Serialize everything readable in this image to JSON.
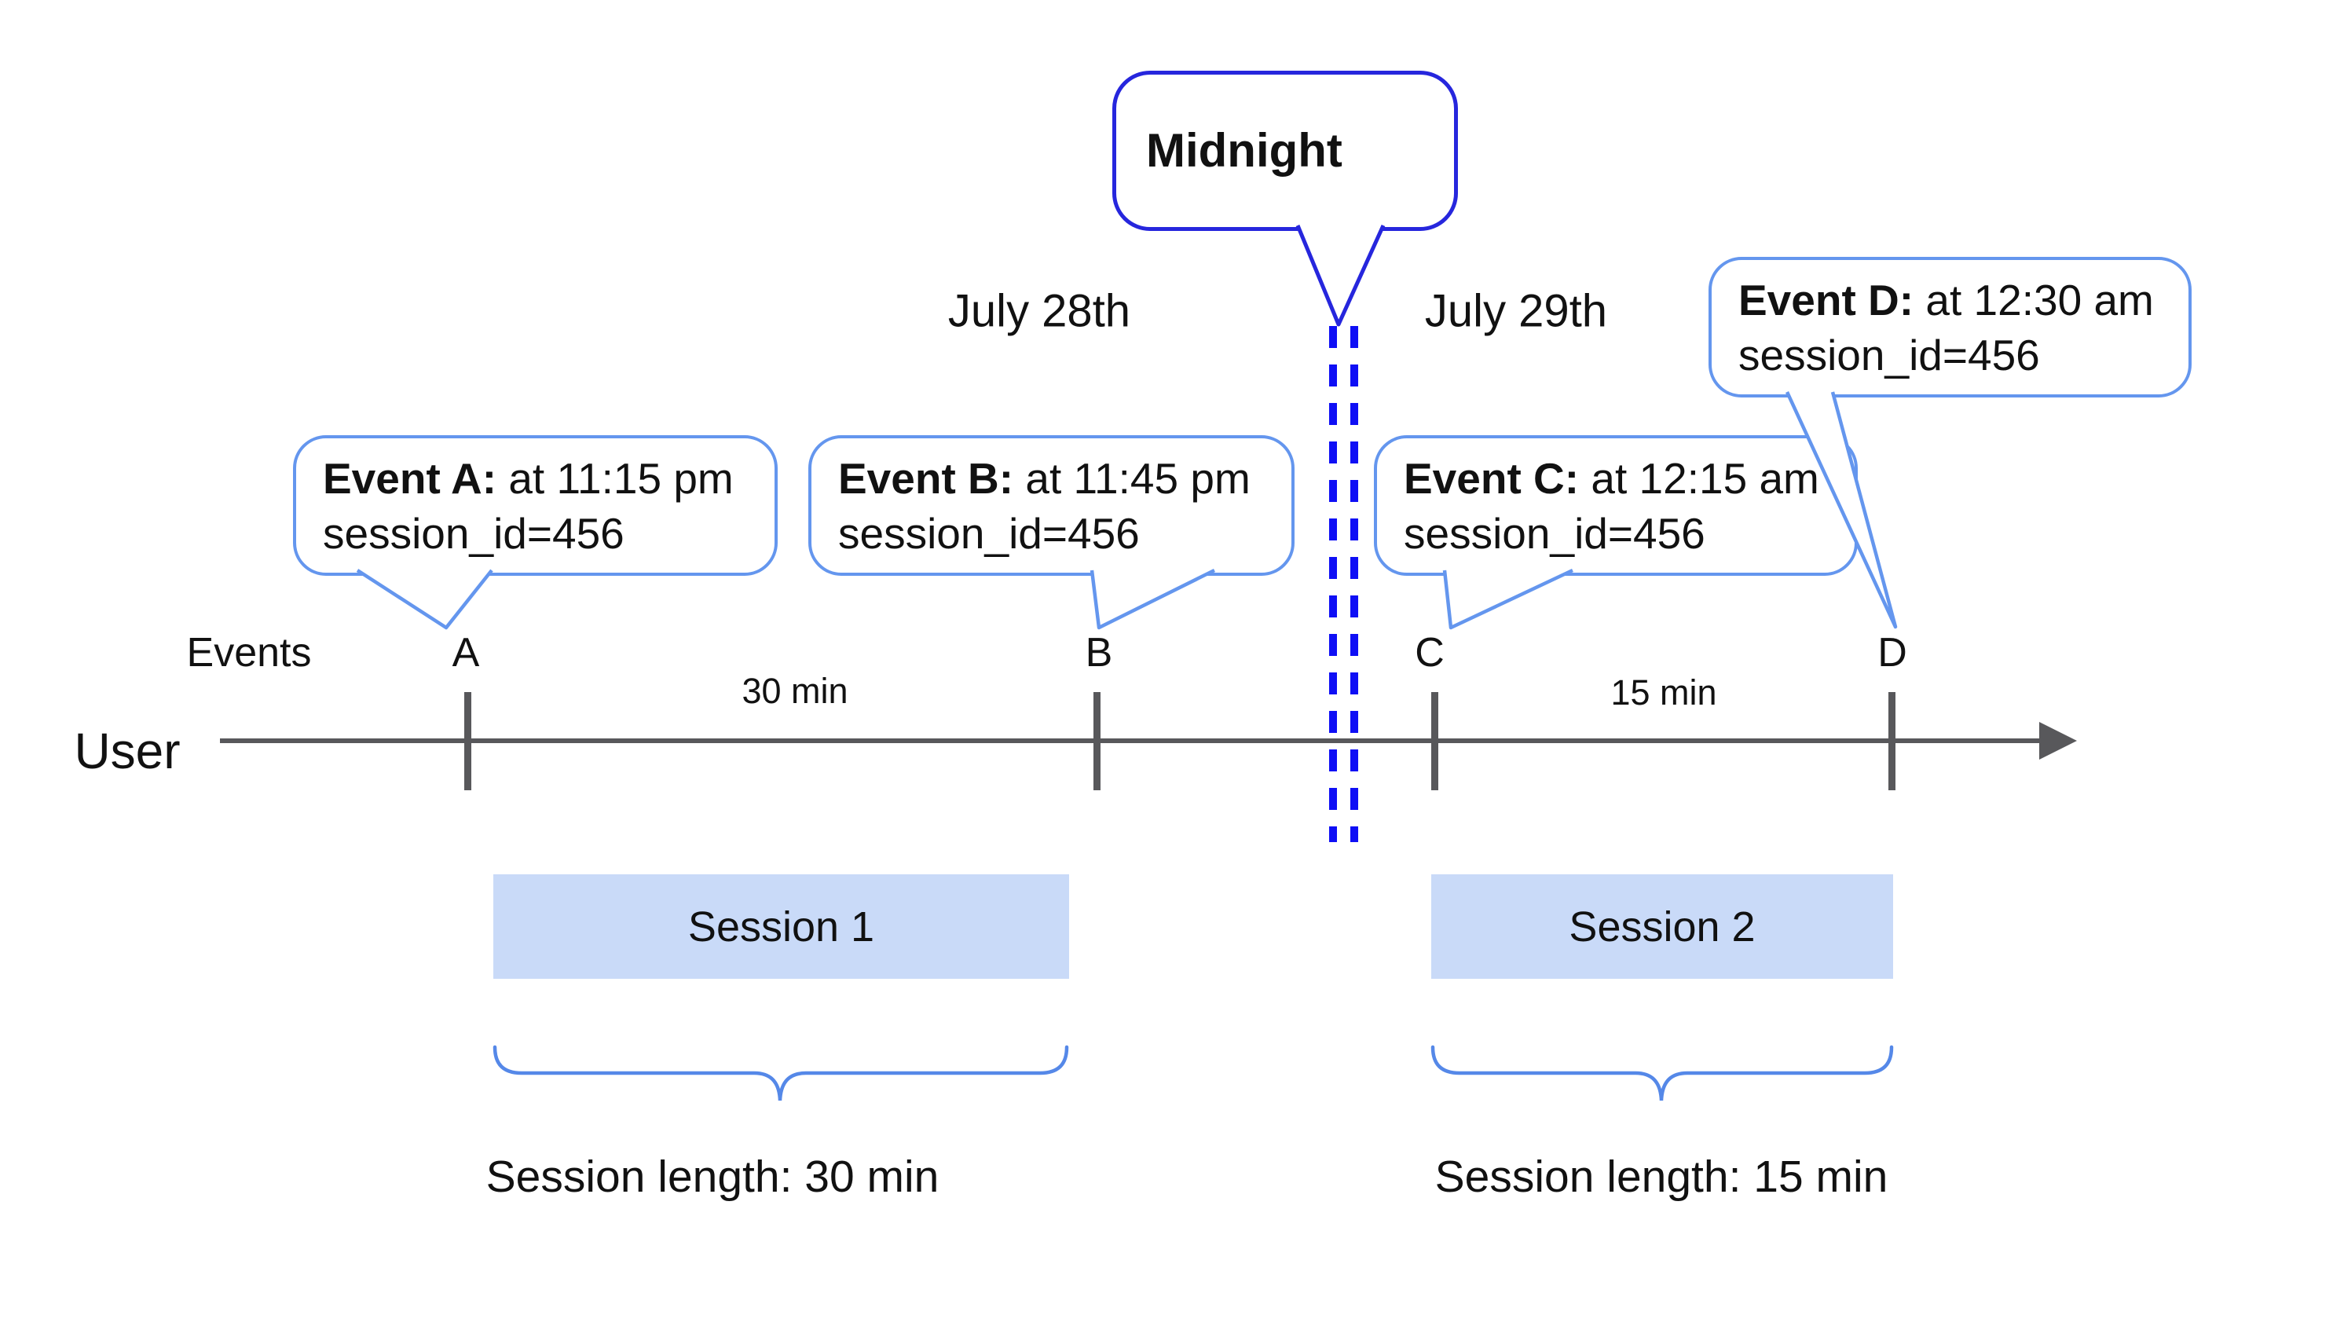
{
  "colors": {
    "callout-blue": "#6496ee",
    "midnight-blue": "#2626dd",
    "dash-blue": "#0f0ff5",
    "brace-blue": "#5588e8",
    "axis-gray": "#58585b",
    "session-fill": "#c9daf8",
    "text": "#111111"
  },
  "dates": {
    "july28": "July 28th",
    "july29": "July 29th"
  },
  "midnight": {
    "label": "Midnight"
  },
  "callouts": [
    {
      "name": "Event A:",
      "time": "at 11:15 pm",
      "session": "session_id=456"
    },
    {
      "name": "Event B:",
      "time": "at 11:45 pm",
      "session": "session_id=456"
    },
    {
      "name": "Event C:",
      "time": "at 12:15 am",
      "session": "session_id=456"
    },
    {
      "name": "Event D:",
      "time": "at 12:30 am",
      "session": "session_id=456"
    }
  ],
  "axis": {
    "events_label": "Events",
    "user_label": "User",
    "ticks": [
      "A",
      "B",
      "C",
      "D"
    ],
    "intervals": [
      "30 min",
      "15 min"
    ]
  },
  "sessions": [
    {
      "label": "Session 1",
      "length": "Session length: 30 min"
    },
    {
      "label": "Session 2",
      "length": "Session length: 15 min"
    }
  ]
}
